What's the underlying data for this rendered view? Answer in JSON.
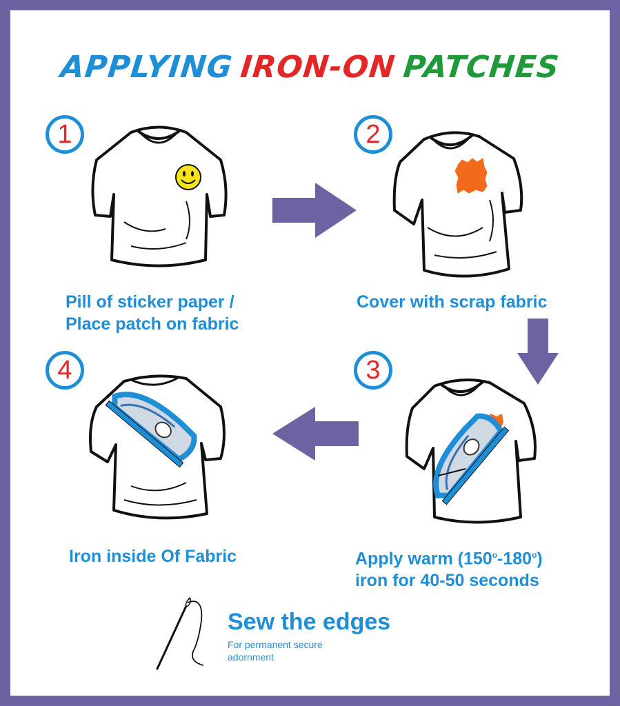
{
  "title": {
    "part1": "APPLYING",
    "part2": "IRON-ON",
    "part3": "PATCHES",
    "colors": {
      "part1": "#1e8fd6",
      "part2": "#e32626",
      "part3": "#1f9a3b"
    }
  },
  "steps": [
    {
      "number": "1",
      "caption_line1": "Pill of sticker paper /",
      "caption_line2": "Place patch on fabric",
      "illustration": "tshirt-with-smiley-patch-icon"
    },
    {
      "number": "2",
      "caption_line1": "Cover with scrap fabric",
      "illustration": "tshirt-with-scrap-fabric-icon"
    },
    {
      "number": "3",
      "caption_line1_a": "Apply warm (150",
      "caption_line1_b": "-180",
      "caption_line1_c": ")",
      "degree": "o",
      "caption_line2": "iron for 40-50 seconds",
      "illustration": "tshirt-with-iron-icon"
    },
    {
      "number": "4",
      "caption_line1": "Iron inside Of Fabric",
      "illustration": "inside-out-tshirt-with-iron-icon"
    }
  ],
  "sew": {
    "title": "Sew the edges",
    "subtitle": "For permanent secure adornment",
    "icon": "needle-and-thread-icon"
  },
  "colors": {
    "frame": "#6e62a3",
    "arrow": "#6e62a3",
    "text_blue": "#1e8fd6",
    "number_red": "#e32626",
    "patch_orange": "#f26a1b",
    "smiley_yellow": "#f7e418"
  }
}
